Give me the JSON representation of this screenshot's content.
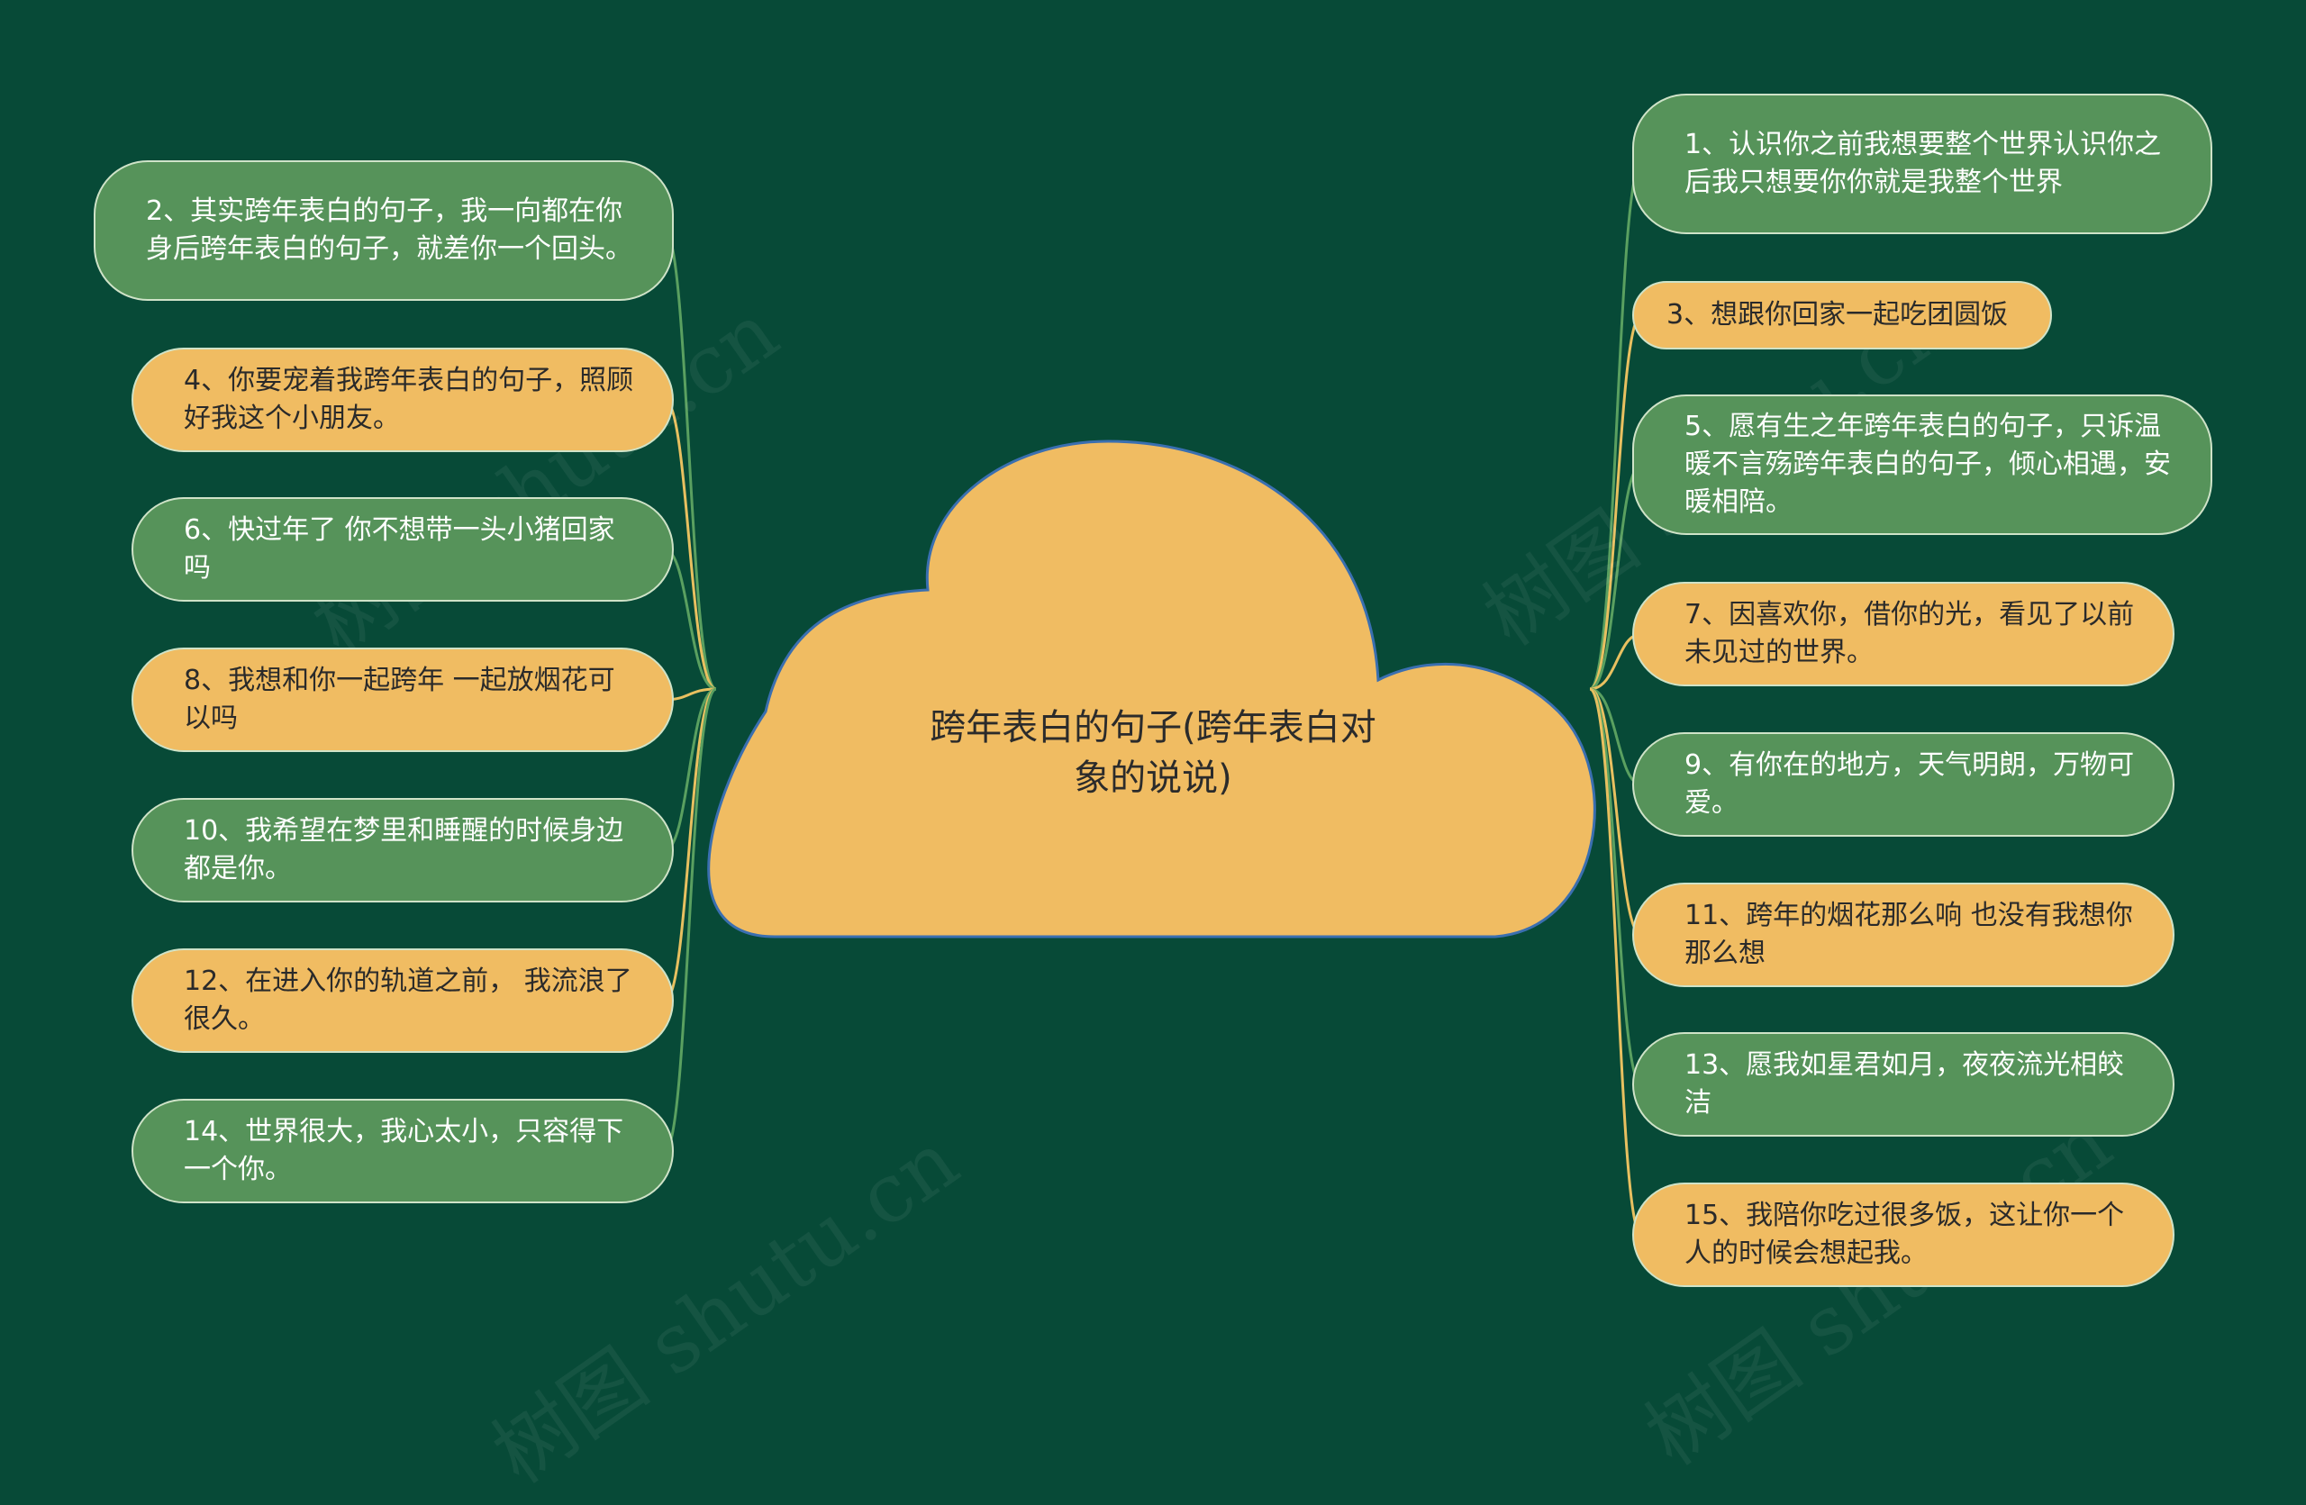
{
  "colors": {
    "background": "#074a37",
    "green_node": "#56935a",
    "yellow_node": "#f0bc62",
    "cloud": "#f0bc62",
    "cloud_outline": "#3a6fb0",
    "line_green": "#5aa060",
    "line_yellow": "#e8c060"
  },
  "center": {
    "title": "跨年表白的句子(跨年表白对象的说说)"
  },
  "left_nodes": [
    {
      "text": "2、其实跨年表白的句子，我一向都在你身后跨年表白的句子，就差你一个回头。",
      "color": "green"
    },
    {
      "text": "4、你要宠着我跨年表白的句子，照顾好我这个小朋友。",
      "color": "yellow"
    },
    {
      "text": "6、快过年了 你不想带一头小猪回家吗",
      "color": "green"
    },
    {
      "text": "8、我想和你一起跨年 一起放烟花可以吗",
      "color": "yellow"
    },
    {
      "text": "10、我希望在梦里和睡醒的时候身边都是你。",
      "color": "green"
    },
    {
      "text": "12、在进入你的轨道之前， 我流浪了很久。",
      "color": "yellow"
    },
    {
      "text": "14、世界很大，我心太小，只容得下一个你。",
      "color": "green"
    }
  ],
  "right_nodes": [
    {
      "text": "1、认识你之前我想要整个世界认识你之后我只想要你你就是我整个世界",
      "color": "green"
    },
    {
      "text": "3、想跟你回家一起吃团圆饭",
      "color": "yellow"
    },
    {
      "text": "5、愿有生之年跨年表白的句子，只诉温暖不言殇跨年表白的句子，倾心相遇，安暖相陪。",
      "color": "green"
    },
    {
      "text": "7、因喜欢你，借你的光，看见了以前未见过的世界。",
      "color": "yellow"
    },
    {
      "text": "9、有你在的地方，天气明朗，万物可爱。",
      "color": "green"
    },
    {
      "text": "11、跨年的烟花那么响 也没有我想你那么想",
      "color": "yellow"
    },
    {
      "text": "13、愿我如星君如月，夜夜流光相皎洁",
      "color": "green"
    },
    {
      "text": "15、我陪你吃过很多饭，这让你一个人的时候会想起我。",
      "color": "yellow"
    }
  ],
  "watermark": "树图 shutu.cn"
}
